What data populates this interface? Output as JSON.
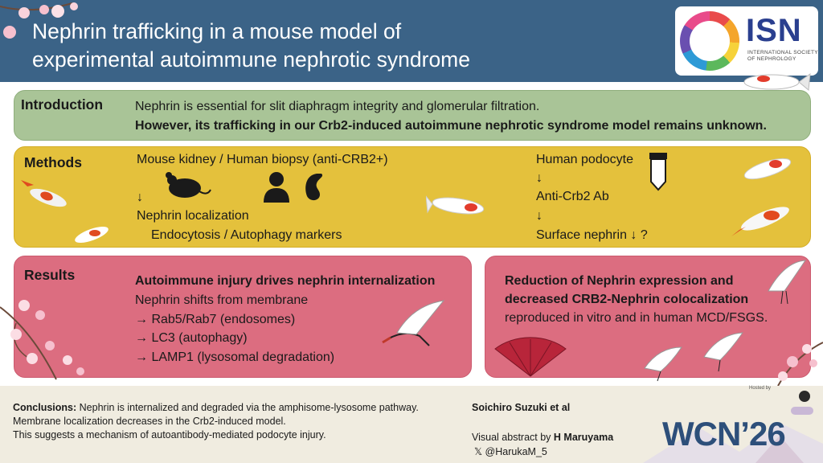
{
  "header": {
    "title_line1": "Nephrin trafficking in a mouse model of",
    "title_line2": "experimental autoimmune nephrotic syndrome",
    "logo_text": "ISN",
    "logo_subtitle": "INTERNATIONAL SOCIETY OF NEPHROLOGY"
  },
  "introduction": {
    "heading": "Introduction",
    "line1": "Nephrin is essential for slit diaphragm integrity and glomerular filtration.",
    "line2": "However, its trafficking in our Crb2-induced autoimmune nephrotic syndrome model remains unknown."
  },
  "methods": {
    "heading": "Methods",
    "left_line1": "Mouse kidney / Human biopsy (anti-CRB2+)",
    "arrow": "↓",
    "left_line3": "Nephrin localization",
    "left_line4": "Endocytosis / Autophagy markers",
    "right_line1": "Human podocyte",
    "right_line3": "Anti-Crb2 Ab",
    "right_line5": "Surface nephrin ↓ ?"
  },
  "results": {
    "heading": "Results",
    "left_title": "Autoimmune injury drives nephrin internalization",
    "left_lines": [
      "Nephrin shifts from membrane",
      "→ Rab5/Rab7 (endosomes)",
      "→ LC3 (autophagy)",
      "→ LAMP1 (lysosomal degradation)"
    ],
    "right_title1": "Reduction of Nephrin expression and",
    "right_title2": "decreased CRB2-Nephrin colocalization",
    "right_line3": "reproduced in vitro and in human MCD/FSGS."
  },
  "footer": {
    "conclusions_label": "Conclusions:",
    "conclusions_line1": " Nephrin is internalized and degraded via the amphisome-lysosome pathway.",
    "conclusions_line2": "Membrane localization decreases in the Crb2-induced model.",
    "conclusions_line3": "This suggests a mechanism of autoantibody-mediated podocyte injury.",
    "author": "Soichiro Suzuki et al",
    "abstract_by_prefix": "Visual abstract by ",
    "abstract_by_name": "H Maruyama",
    "handle": "𝕏 @HarukaM_5",
    "wcn_logo": "WCN’26",
    "hosted_by": "Hosted by"
  },
  "colors": {
    "header": "#3b6387",
    "intro": "#a9c497",
    "methods": "#e4c13c",
    "results": "#dc6d80",
    "footer": "#f0ece0"
  },
  "icons": [
    "mouse-icon",
    "person-icon",
    "kidney-icon",
    "tube-icon",
    "koi-fish-icon",
    "crane-icon",
    "fan-icon",
    "cherry-blossom-icon"
  ]
}
